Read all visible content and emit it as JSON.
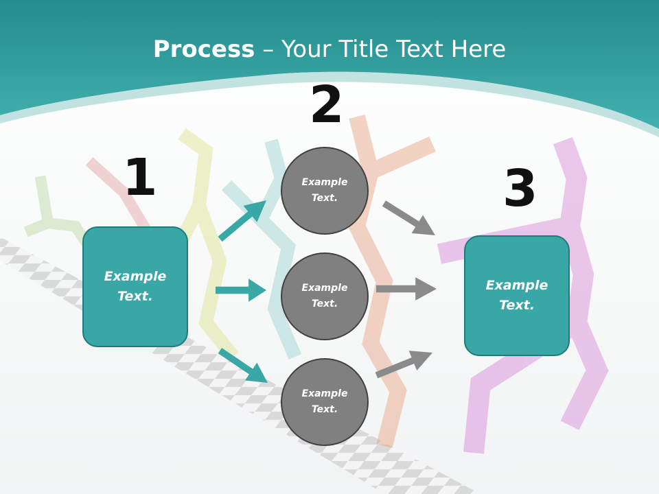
{
  "title": {
    "bold": "Process",
    "rest": " – Your Title Text Here"
  },
  "numbers": [
    "1",
    "2",
    "3"
  ],
  "boxes": {
    "left": "Example\nText.",
    "right": "Example\nText."
  },
  "circles": [
    "Example\nText.",
    "Example\nText.",
    "Example\nText."
  ],
  "colors": {
    "header_teal": "#3aa7a7",
    "box_teal": "#3aa7a7",
    "circle_gray": "#808080",
    "arrow_gray": "#8a8a8a"
  },
  "icons": [
    "teal-arrow-icon",
    "gray-arrow-icon"
  ]
}
